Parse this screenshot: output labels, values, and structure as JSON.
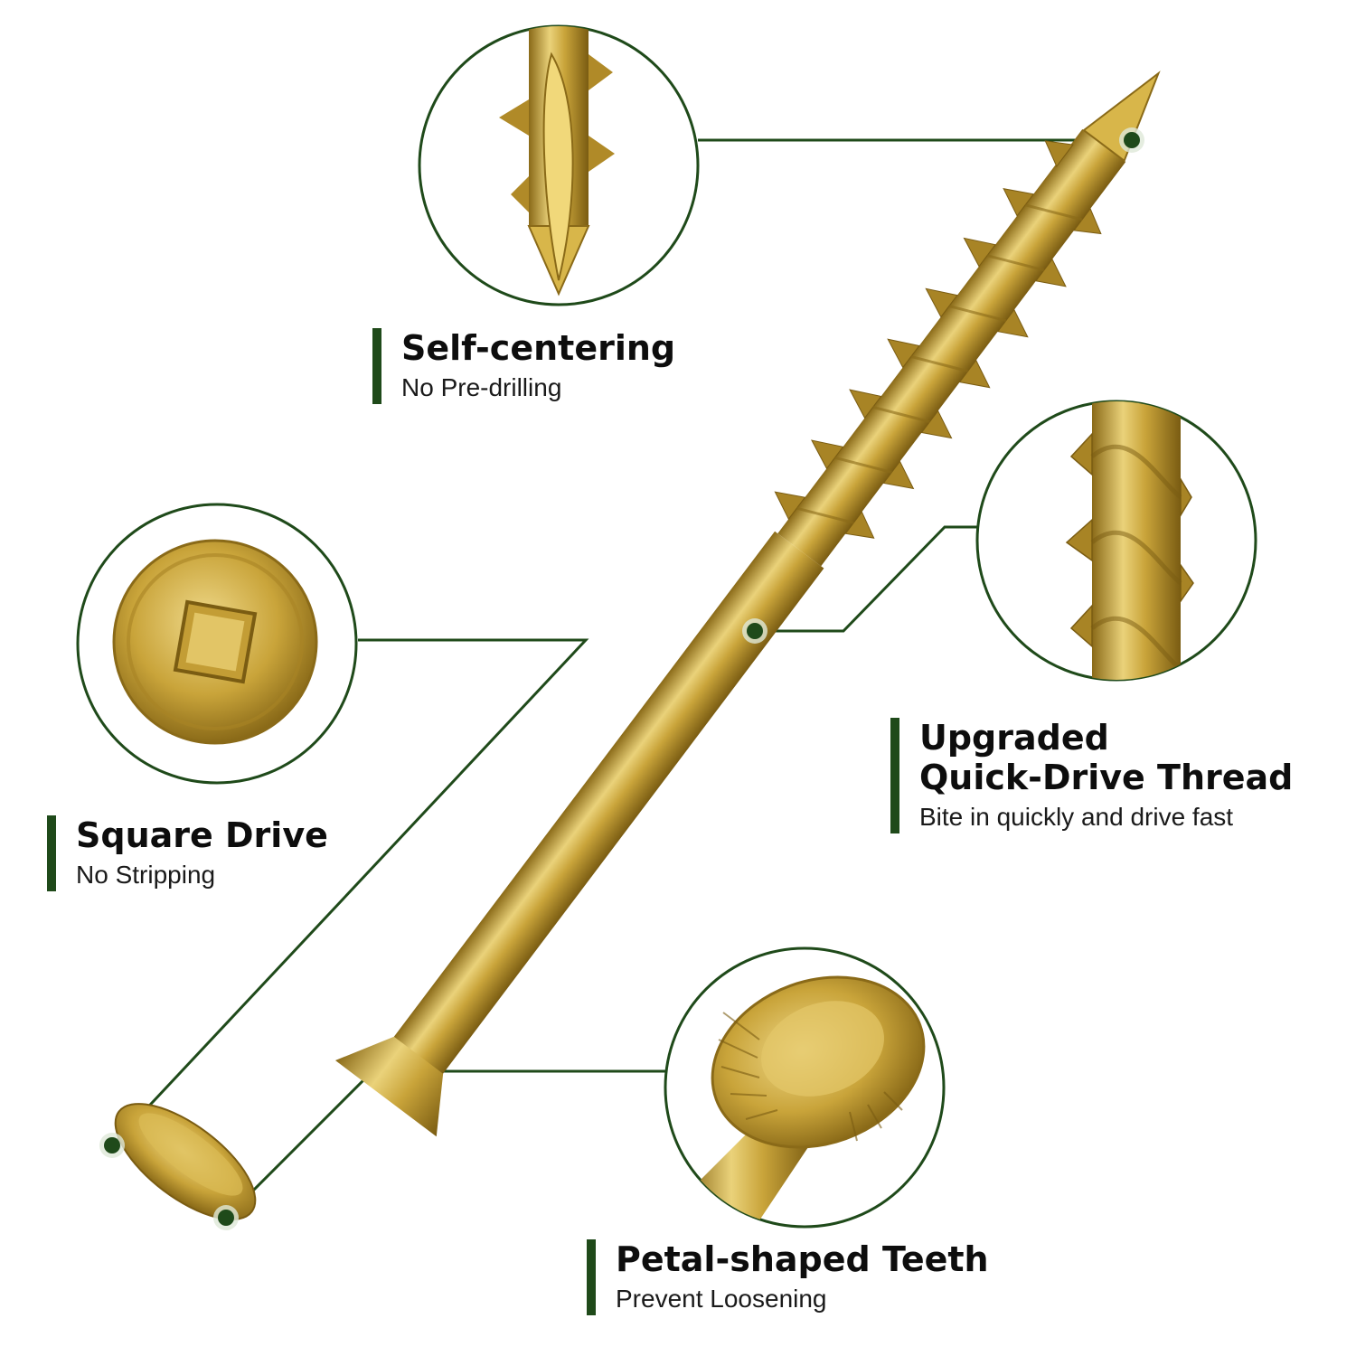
{
  "colors": {
    "accent_green": "#1f4a1a",
    "brass_light": "#ead27a",
    "brass_mid": "#c9a43a",
    "brass_dark": "#8a6a18",
    "background": "#ffffff"
  },
  "features": [
    {
      "id": "self-centering",
      "title": "Self-centering",
      "subtitle": "No Pre-drilling",
      "icon": "screw-tip-detail"
    },
    {
      "id": "upgraded-thread",
      "title_line1": "Upgraded",
      "title_line2": "Quick-Drive Thread",
      "subtitle": "Bite in quickly and drive fast",
      "icon": "thread-detail"
    },
    {
      "id": "square-drive",
      "title": "Square Drive",
      "subtitle": "No Stripping",
      "icon": "square-drive-head-detail"
    },
    {
      "id": "petal-teeth",
      "title": "Petal-shaped Teeth",
      "subtitle": "Prevent Loosening",
      "icon": "petal-teeth-detail"
    }
  ]
}
